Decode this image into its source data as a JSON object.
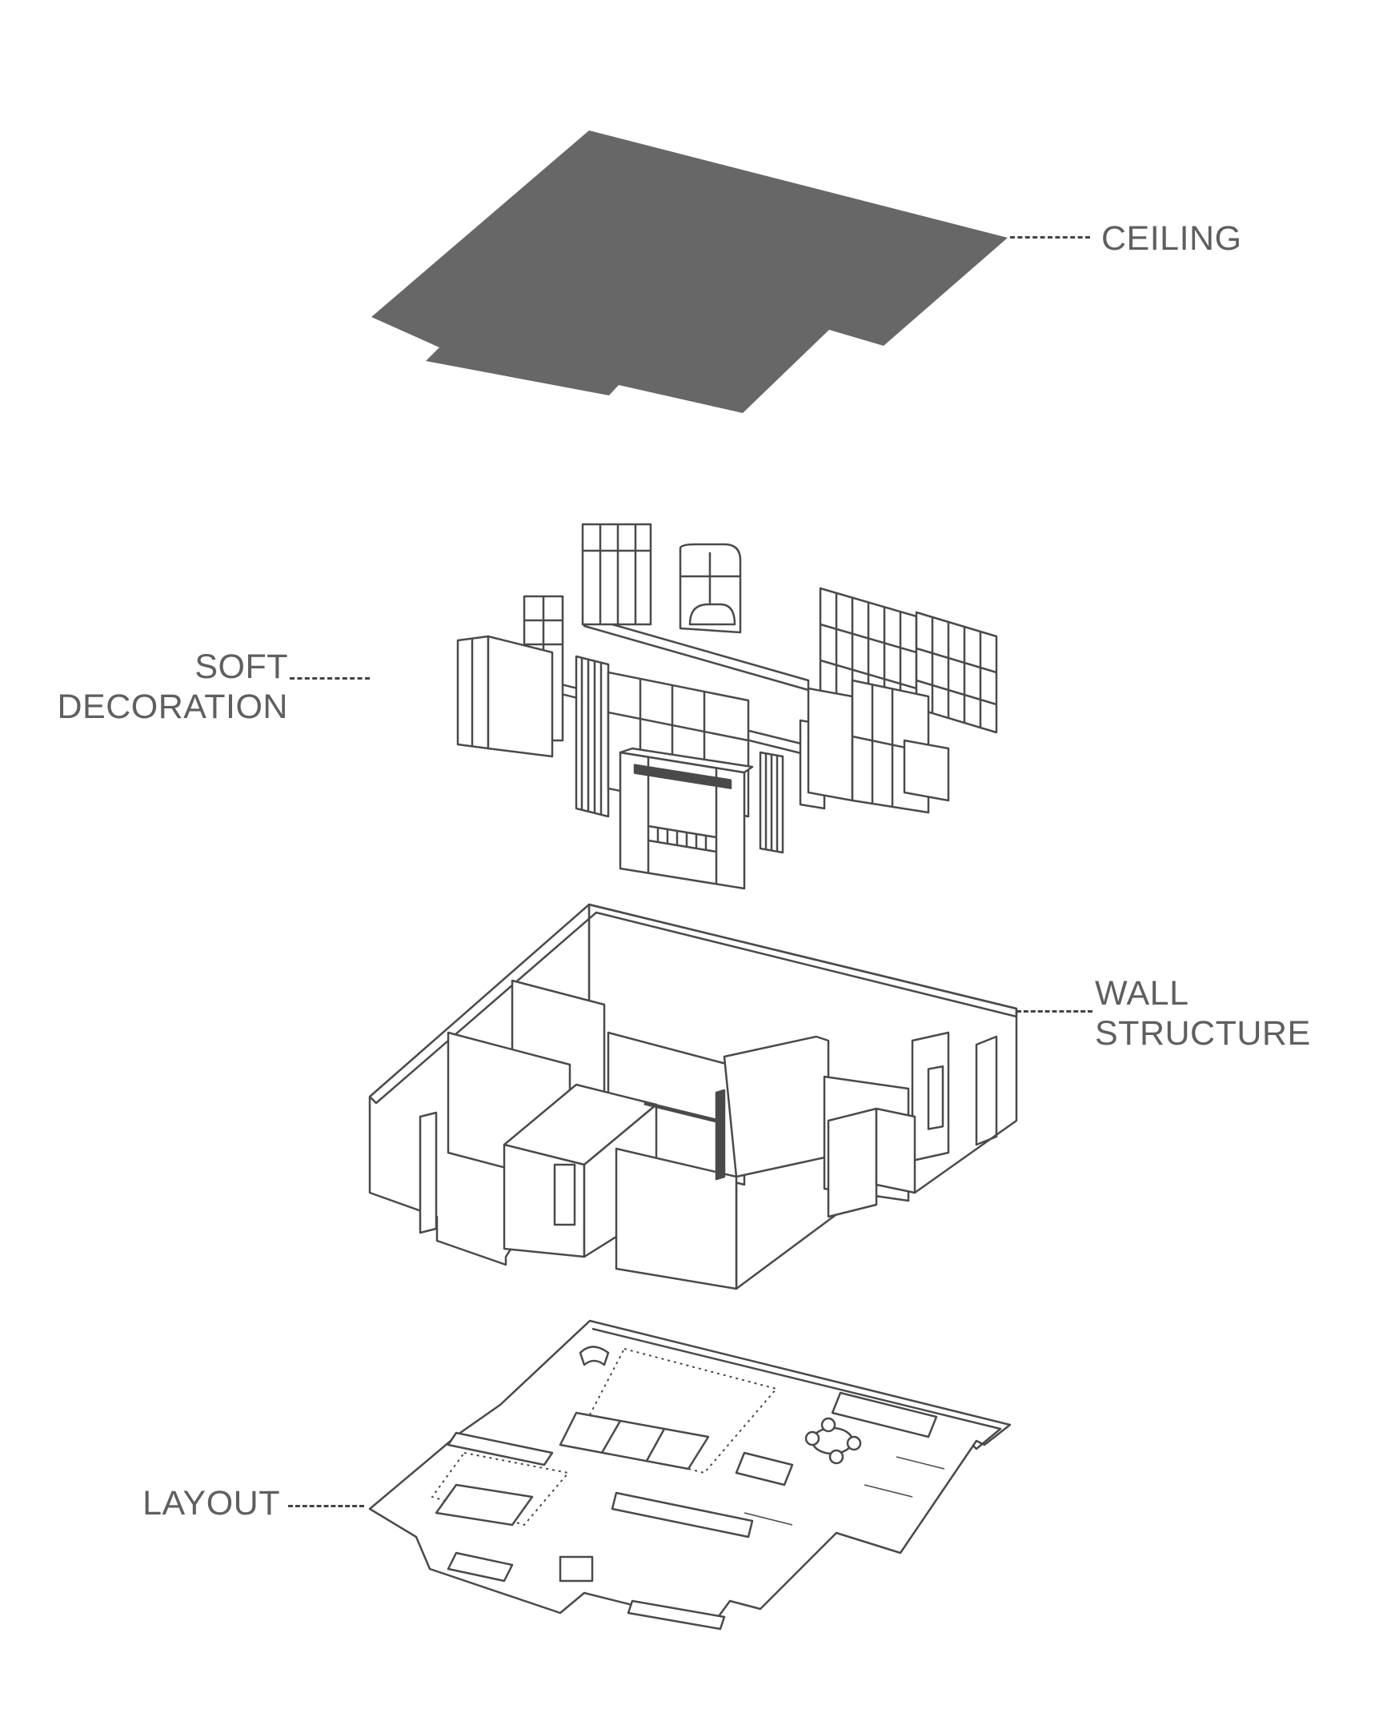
{
  "labels": {
    "ceiling": [
      "CEILING"
    ],
    "soft_decoration": [
      "SOFT",
      "DECORATION"
    ],
    "wall_structure": [
      "WALL",
      "STRUCTURE"
    ],
    "layout": [
      "LAYOUT"
    ]
  },
  "colors": {
    "ceiling_fill": "#676767",
    "line": "#4a4a4a",
    "text": "#5f5f5f"
  }
}
